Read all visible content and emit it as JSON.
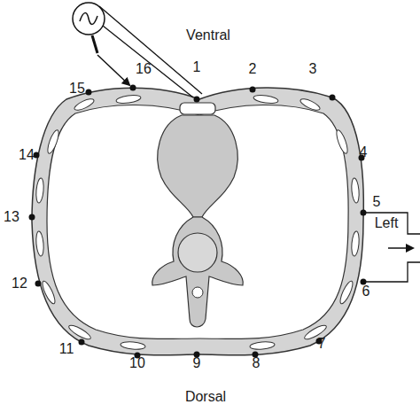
{
  "diagram": {
    "labels": [
      "Ventral",
      "1",
      "2",
      "3",
      "4",
      "5",
      "6",
      "7",
      "8",
      "9",
      "10",
      "11",
      "12",
      "13",
      "14",
      "15",
      "16",
      "Left",
      "Dorsal"
    ]
  }
}
